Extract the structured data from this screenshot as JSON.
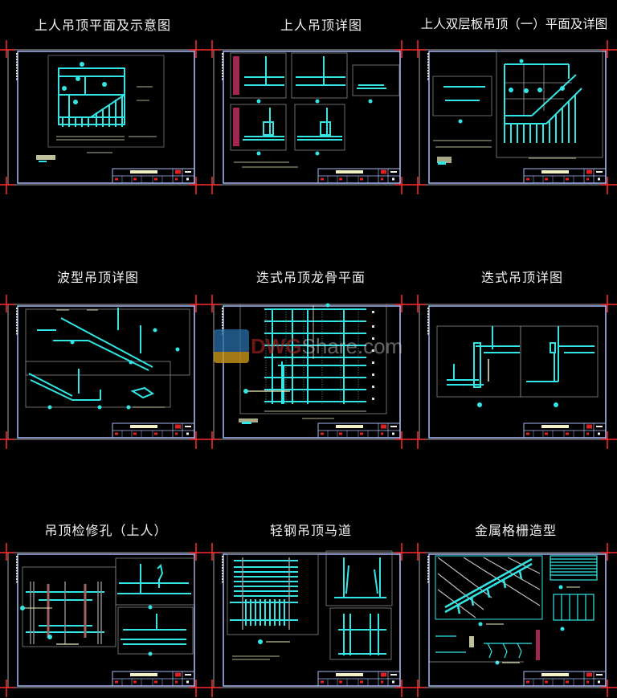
{
  "gallery": {
    "colors": {
      "background": "#000000",
      "frame_outer": "#8a8a8a",
      "frame_inner": "#a8b8f8",
      "crop_marks": "#ff2a2a",
      "drawing_lines": "#33e6e6",
      "annotation": "#f0f0c0",
      "title_block_red": "#e02020"
    },
    "sheets": [
      {
        "id": 1,
        "title": "上人吊顶平面及示意图",
        "type": "plan"
      },
      {
        "id": 2,
        "title": "上人吊顶详图",
        "type": "details"
      },
      {
        "id": 3,
        "title": "上人双层板吊顶（一）平面及详图",
        "type": "plan-detail"
      },
      {
        "id": 4,
        "title": "波型吊顶详图",
        "type": "wave"
      },
      {
        "id": 5,
        "title": "迭式吊顶龙骨平面",
        "type": "grid"
      },
      {
        "id": 6,
        "title": "迭式吊顶详图",
        "type": "section"
      },
      {
        "id": 7,
        "title": "吊顶检修孔（上人）",
        "type": "access-hatch"
      },
      {
        "id": 8,
        "title": "轻钢吊顶马道",
        "type": "catwalk"
      },
      {
        "id": 9,
        "title": "金属格栅造型",
        "type": "grille"
      }
    ]
  },
  "watermark": {
    "brand_part1": "DWG",
    "brand_part2": "Share.com"
  }
}
